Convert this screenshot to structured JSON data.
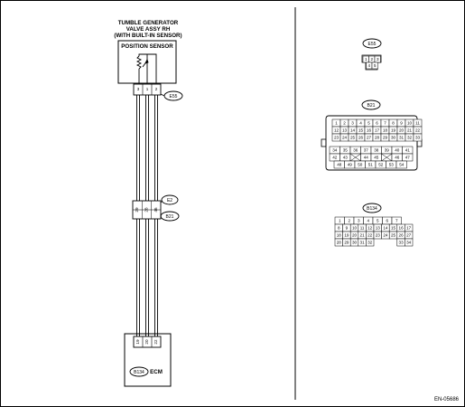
{
  "component": {
    "title_lines": [
      "TUMBLE GENERATOR",
      "VALVE ASSY RH",
      "(WITH BUILT-IN SENSOR)"
    ],
    "sensor_label": "POSITION SENSOR",
    "pins": [
      "3",
      "1",
      "2"
    ]
  },
  "connector_tags": {
    "e55": "E55",
    "e2": "E2",
    "b21": "B21",
    "b134": "B134"
  },
  "junction_pins": [
    "29",
    "28",
    "46"
  ],
  "ecm": {
    "label": "ECM",
    "pins": [
      "19",
      "20",
      "22"
    ]
  },
  "connector_e55": {
    "tag": "E55",
    "rows": [
      [
        "1",
        "2",
        "3"
      ],
      [
        "4",
        "5"
      ]
    ]
  },
  "connector_b21": {
    "tag": "B21",
    "rows": [
      [
        "1",
        "2",
        "3",
        "4",
        "5",
        "6",
        "7",
        "8",
        "9",
        "10",
        "11"
      ],
      [
        "12",
        "13",
        "14",
        "15",
        "16",
        "17",
        "18",
        "19",
        "20",
        "21",
        "22"
      ],
      [
        "23",
        "24",
        "25",
        "26",
        "27",
        "28",
        "29",
        "30",
        "31",
        "32",
        "33"
      ],
      [
        "34",
        "35",
        "36",
        "37",
        "38",
        "39",
        "40",
        "41"
      ],
      [
        "42",
        "43",
        "",
        "44",
        "45",
        "",
        "46",
        "47"
      ],
      [
        "48",
        "49",
        "50",
        "51",
        "52",
        "53",
        "54"
      ]
    ]
  },
  "connector_b134": {
    "tag": "B134",
    "rows": [
      [
        "1",
        "2",
        "3",
        "4",
        "5",
        "6",
        "7"
      ],
      [
        "8",
        "9",
        "10",
        "11",
        "12",
        "13",
        "14",
        "15",
        "16",
        "17"
      ],
      [
        "18",
        "19",
        "20",
        "21",
        "22",
        "23",
        "24",
        "25",
        "26",
        "27"
      ],
      [
        "28",
        "29",
        "30",
        "31",
        "32",
        "",
        "",
        "",
        "33",
        "34"
      ]
    ]
  },
  "figure_id": "EN-05686"
}
